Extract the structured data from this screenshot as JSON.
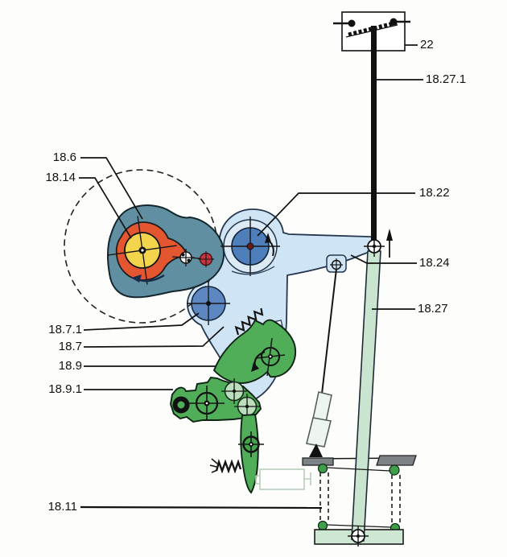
{
  "figure": {
    "type": "technical-diagram",
    "description": "Mechanism diagram with numbered part labels",
    "labels": [
      {
        "part": "cam-disc",
        "text": "18.6"
      },
      {
        "part": "cam-core",
        "text": "18.14"
      },
      {
        "part": "guide-roller",
        "text": "18.7.1"
      },
      {
        "part": "lever-arm",
        "text": "18.7"
      },
      {
        "part": "claw-lever",
        "text": "18.9"
      },
      {
        "part": "link-bracket",
        "text": "18.9.1"
      },
      {
        "part": "base-frame",
        "text": "18.11"
      },
      {
        "part": "top-linkage",
        "text": "22"
      },
      {
        "part": "vertical-rod",
        "text": "18.27.1"
      },
      {
        "part": "tension-pulley",
        "text": "18.22"
      },
      {
        "part": "hook-stop",
        "text": "18.24"
      },
      {
        "part": "lifter-bar",
        "text": "18.27"
      }
    ],
    "colors": {
      "line": "#161616",
      "cam_disc": "#5f8fa0",
      "cam_lobe": "#e3562f",
      "cam_core": "#f2d44d",
      "red_marker": "#c23440",
      "pulley": "#4e7fbb",
      "pulley_ring": "#dceaf6",
      "roller": "#5c87c0",
      "lever": "#cfe4f4",
      "green_part": "#4fae57",
      "green_roller": "#bcdebd",
      "light_green": "#c9e4cf",
      "base_plate": "#cde7d2",
      "gray_plate": "#7d8286",
      "dot_green": "#3f9e4a"
    }
  }
}
